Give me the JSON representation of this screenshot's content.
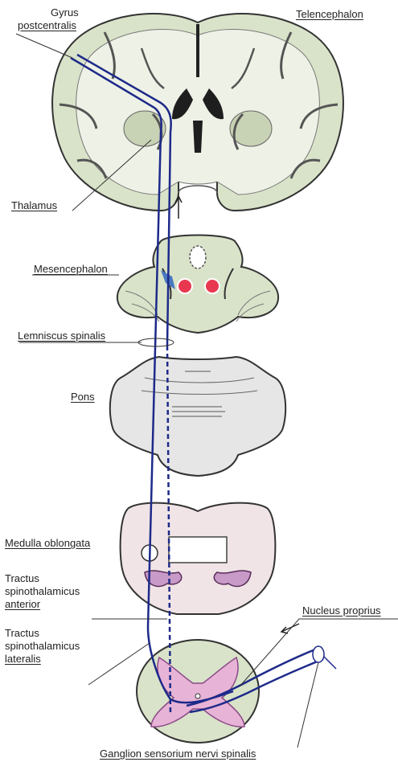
{
  "labels": {
    "gyrus_line1": "Gyrus",
    "gyrus_line2": "postcentralis",
    "telencephalon": "Telencephalon",
    "thalamus": "Thalamus",
    "mesencephalon": "Mesencephalon",
    "lemniscus": "Lemniscus spinalis",
    "pons": "Pons",
    "medulla": "Medulla oblongata",
    "tract_anterior_1": "Tractus",
    "tract_anterior_2": "spinothalamicus",
    "tract_anterior_3": "anterior",
    "tract_lateral_1": "Tractus",
    "tract_lateral_2": "spinothalamicus",
    "tract_lateral_3": "lateralis",
    "nucleus": "Nucleus proprius",
    "ganglion": "Ganglion sensorium nervi spinalis"
  },
  "colors": {
    "tissue": "#d8e2c6",
    "pons_fill": "#e6e6e6",
    "medulla_fill": "#f0e4e6",
    "tract": "#1d2a8a",
    "nucleus_red": "#e8384f",
    "gray_matter": "#e7b3d6"
  }
}
